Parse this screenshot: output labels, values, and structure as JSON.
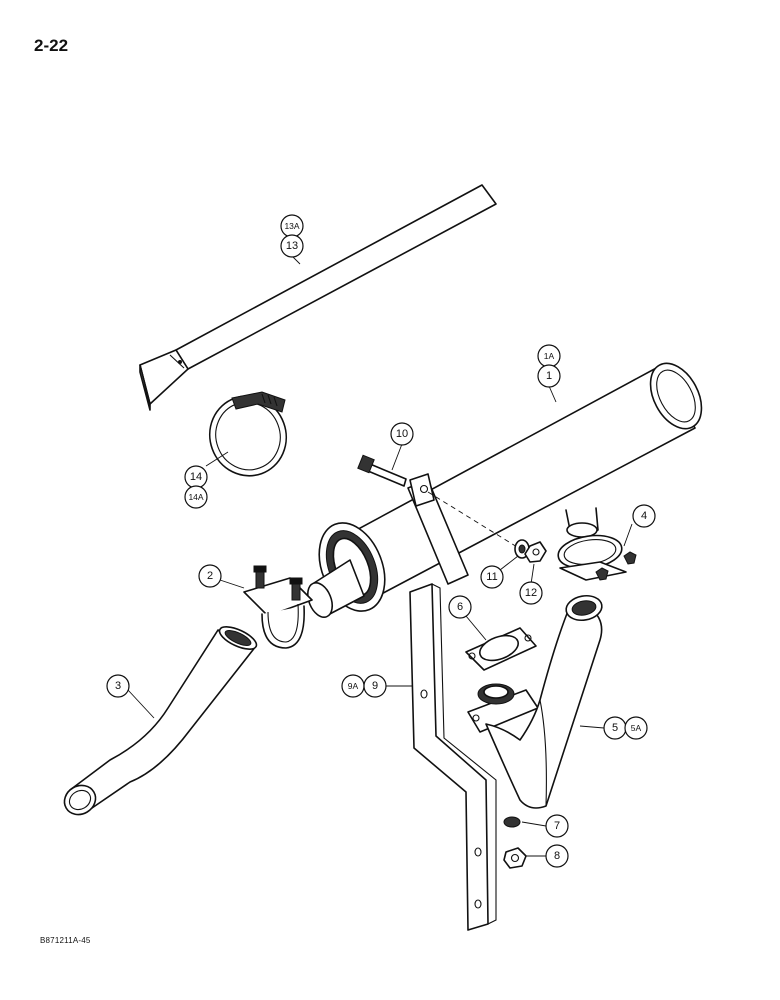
{
  "page_number": "2-22",
  "figure_code": "B871211A-45",
  "callouts": {
    "c13a": "13A",
    "c13": "13",
    "c14": "14",
    "c14a": "14A",
    "c1a": "1A",
    "c1": "1",
    "c10": "10",
    "c4": "4",
    "c2": "2",
    "c11": "11",
    "c12": "12",
    "c3": "3",
    "c6": "6",
    "c9a": "9A",
    "c9": "9",
    "c5": "5",
    "c5a": "5A",
    "c7": "7",
    "c8": "8"
  }
}
